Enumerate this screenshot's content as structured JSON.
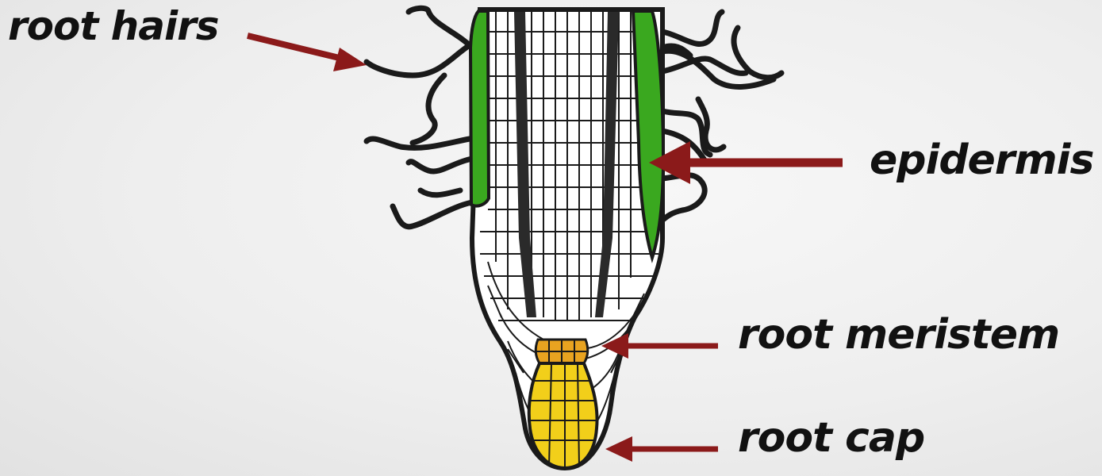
{
  "labels": {
    "root_hairs": "root hairs",
    "epidermis": "epidermis",
    "root_meristem": "root meristem",
    "root_cap": "root cap"
  },
  "colors": {
    "epidermis": "#3aa81f",
    "meristem": "#e8a320",
    "root_cap": "#f2cf1a",
    "arrow": "#8b1a1a",
    "outline": "#1a1a1a",
    "vascular": "#2a2a2a"
  }
}
